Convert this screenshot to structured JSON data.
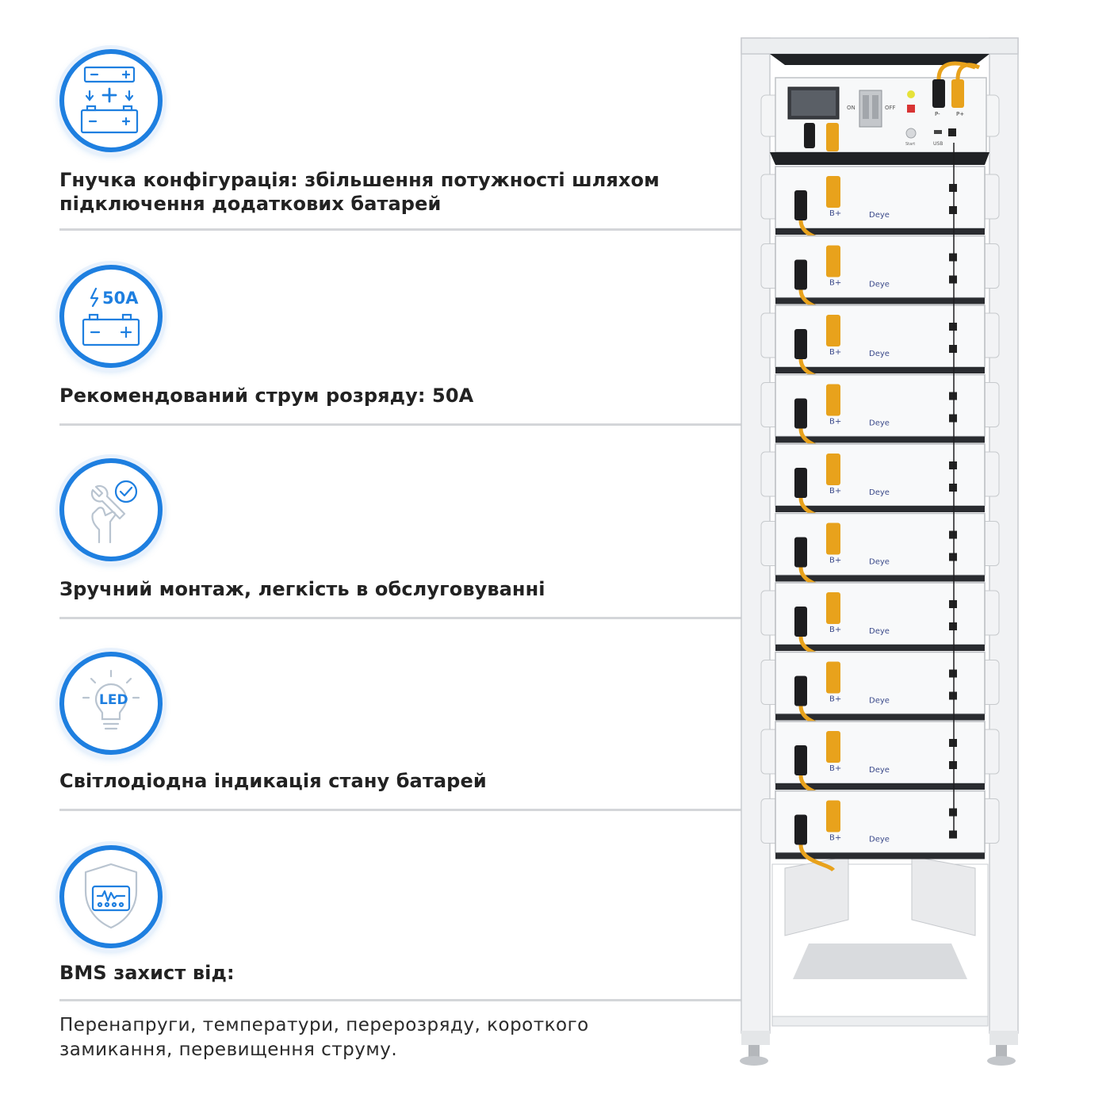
{
  "features": [
    {
      "icon": "battery-parallel-icon",
      "title": "Гнучка конфігурація: збільшення потужності шляхом підключення додаткових батарей"
    },
    {
      "icon": "battery-current-icon",
      "title": "Рекомендований струм розряду: 50А",
      "icon_label": "50A"
    },
    {
      "icon": "wrench-hand-check-icon",
      "title": "Зручний монтаж, легкість в обслуговуванні"
    },
    {
      "icon": "led-bulb-icon",
      "title": "Світлодіодна індикація стану батарей",
      "icon_label": "LED"
    },
    {
      "icon": "bms-shield-icon",
      "title": "BMS захист від:"
    }
  ],
  "bms_description": "Перенапруги, температури, перерозряду, короткого замикання, перевищення струму.",
  "product": {
    "controller": {
      "switch_on": "ON",
      "switch_off": "OFF",
      "usb_label": "USB",
      "terminal_minus": "P-",
      "terminal_plus": "P+",
      "start_label": "Start"
    },
    "module_brand": "Deye",
    "module_terminal": "B+",
    "module_count": 10
  },
  "colors": {
    "accent": "#1e7fe0",
    "cable": "#e8a21c",
    "rack": "#eef0f2"
  }
}
